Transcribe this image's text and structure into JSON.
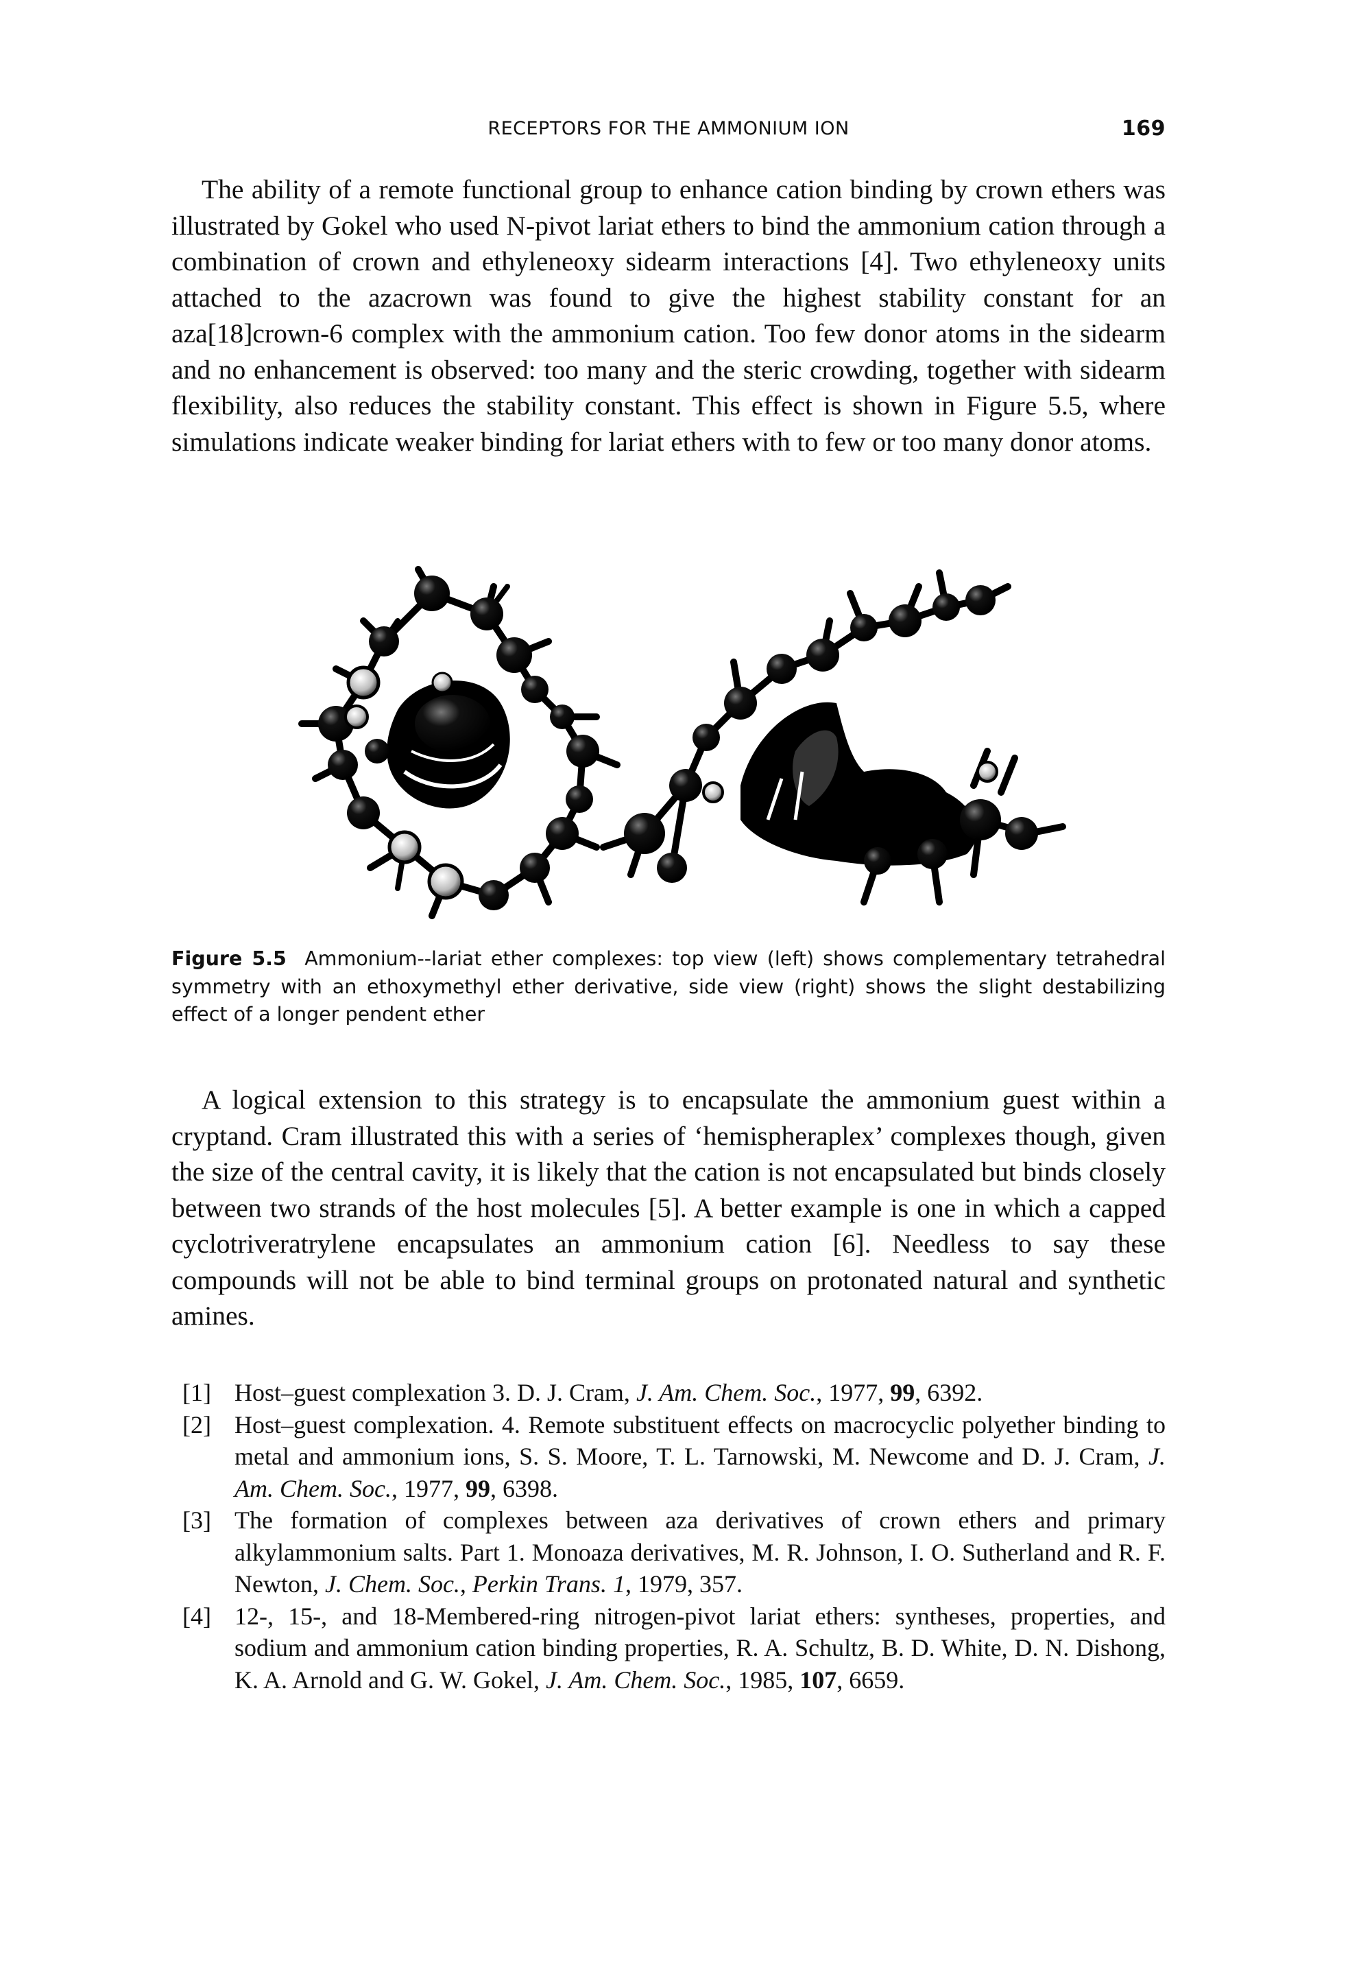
{
  "header": {
    "running_title": "RECEPTORS FOR THE AMMONIUM ION",
    "page_number": "169"
  },
  "body": {
    "paragraph_1": "The ability of a remote functional group to enhance cation binding by crown ethers was illustrated by Gokel who used N-pivot lariat ethers to bind the ammonium cation through a combination of crown and ethyleneoxy sidearm interactions [4]. Two ethyleneoxy units attached to the azacrown was found to give the highest stability constant for an aza[18]crown-6 complex with the ammonium cation. Too few donor atoms in the sidearm and no enhancement is observed: too many and the steric crowding, together with sidearm flexibility, also reduces the stability constant. This effect is shown in Figure 5.5, where simulations indicate weaker binding for lariat ethers with to few or too many donor atoms.",
    "paragraph_2": "A logical extension to this strategy is to encapsulate the ammonium guest within a cryptand. Cram illustrated this with a series of ‘hemispheraplex’ complexes though, given the size of the central cavity, it is likely that the cation is not encapsulated but binds closely between two strands of the host molecules [5]. A better example is one in which a capped cyclotriveratrylene encapsulates an ammonium cation [6]. Needless to say these compounds will not be able to bind terminal groups on protonated natural and synthetic amines."
  },
  "figure": {
    "label": "Figure 5.5",
    "caption": "Ammonium--lariat ether complexes: top view (left) shows complementary tetrahedral symmetry with an ethoxymethyl ether derivative, side view (right) shows the slight destabilizing effect of a longer pendent ether"
  },
  "references": [
    {
      "number": "[1]",
      "before_journal": "Host–guest complexation 3. D. J. Cram, ",
      "journal": "J. Am. Chem. Soc.",
      "year": ", 1977, ",
      "volume": "99",
      "pages": ", 6392."
    },
    {
      "number": "[2]",
      "before_journal": "Host–guest complexation. 4. Remote substituent effects on macrocyclic polyether binding to metal and ammonium ions, S. S. Moore, T. L. Tarnowski, M. Newcome and D. J. Cram, ",
      "journal": "J. Am. Chem. Soc.",
      "year": ", 1977, ",
      "volume": "99",
      "pages": ", 6398."
    },
    {
      "number": "[3]",
      "before_journal": "The formation of complexes between aza derivatives of crown ethers and primary alkylammonium salts. Part 1. Monoaza derivatives, M. R. Johnson, I. O. Sutherland and R. F. Newton, ",
      "journal": "J. Chem. Soc., Perkin Trans. 1",
      "year": ", 1979, ",
      "volume": "",
      "pages": "357."
    },
    {
      "number": "[4]",
      "before_journal": "12-, 15-, and 18-Membered-ring nitrogen-pivot lariat ethers: syntheses, properties, and sodium and ammonium cation binding properties, R. A. Schultz, B. D. White, D. N. Dishong, K. A. Arnold and G. W. Gokel, ",
      "journal": "J. Am. Chem. Soc.",
      "year": ", 1985, ",
      "volume": "107",
      "pages": ", 6659."
    }
  ]
}
